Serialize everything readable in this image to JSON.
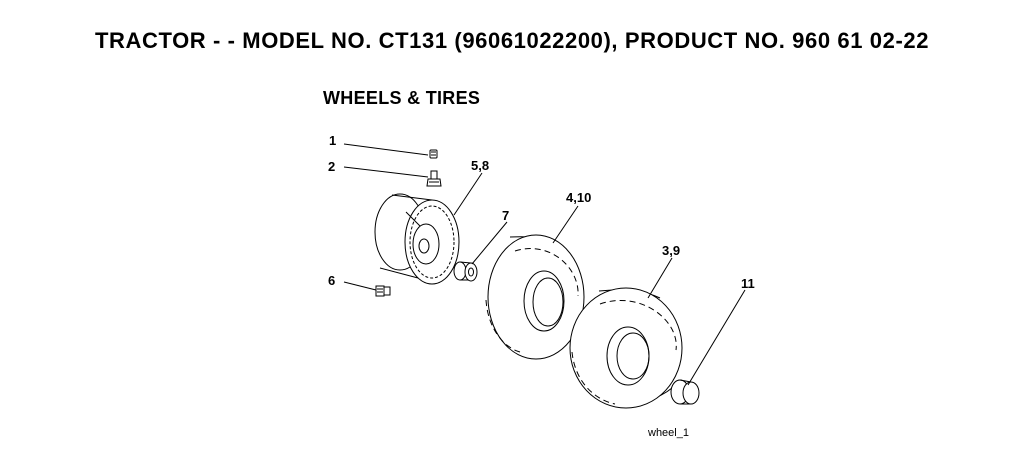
{
  "header": {
    "title": "TRACTOR - - MODEL NO. CT131 (96061022200), PRODUCT NO. 960 61 02-22"
  },
  "section": {
    "title": "WHEELS & TIRES"
  },
  "callouts": [
    {
      "id": "c1",
      "label": "1"
    },
    {
      "id": "c2",
      "label": "2"
    },
    {
      "id": "c58",
      "label": "5,8"
    },
    {
      "id": "c7",
      "label": "7"
    },
    {
      "id": "c410",
      "label": "4,10"
    },
    {
      "id": "c39",
      "label": "3,9"
    },
    {
      "id": "c6",
      "label": "6"
    },
    {
      "id": "c11",
      "label": "11"
    }
  ],
  "figure": {
    "id": "wheel_1"
  }
}
